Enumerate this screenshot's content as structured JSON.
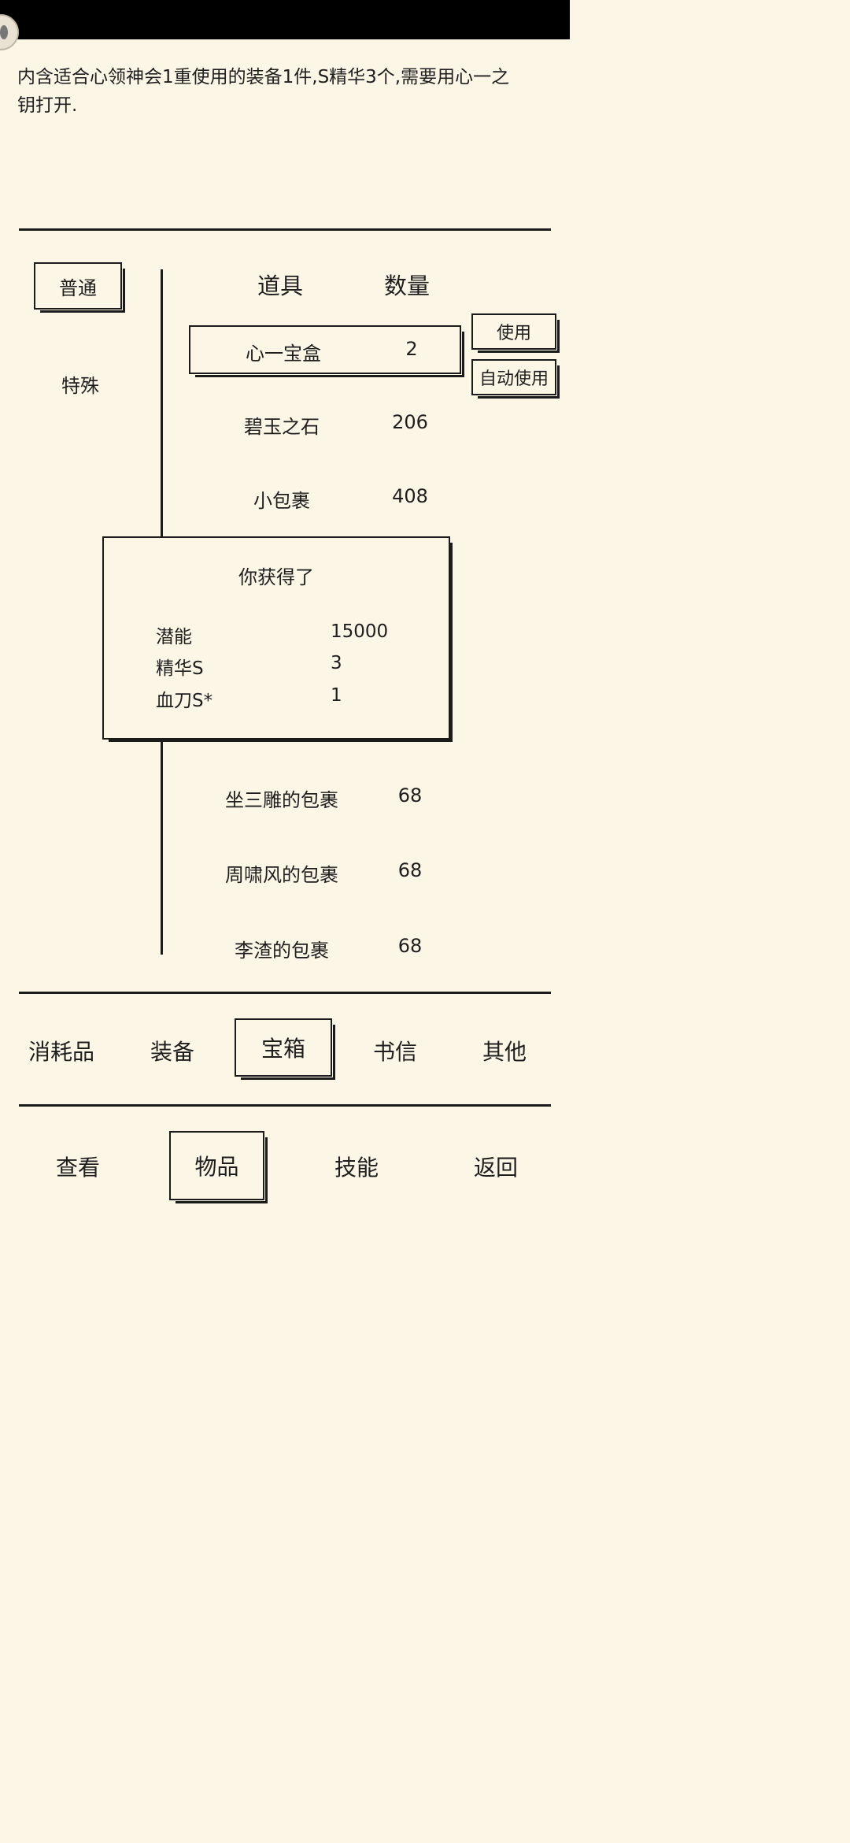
{
  "description": "内含适合心领神会1重使用的装备1件,S精华3个,需要用心一之钥打开.",
  "categories": {
    "normal": "普通",
    "special": "特殊"
  },
  "table_header": {
    "item": "道具",
    "quantity": "数量"
  },
  "items": [
    {
      "name": "心一宝盒",
      "qty": "2"
    },
    {
      "name": "碧玉之石",
      "qty": "206"
    },
    {
      "name": "小包裹",
      "qty": "408"
    },
    {
      "name": "坐三雕的包裹",
      "qty": "68"
    },
    {
      "name": "周啸风的包裹",
      "qty": "68"
    },
    {
      "name": "李渣的包裹",
      "qty": "68"
    }
  ],
  "actions": {
    "use": "使用",
    "auto_use": "自动使用"
  },
  "popup": {
    "title": "你获得了",
    "rewards": [
      {
        "name": "潜能",
        "value": "15000"
      },
      {
        "name": "精华S",
        "value": "3"
      },
      {
        "name": "血刀S*",
        "value": "1"
      }
    ]
  },
  "item_tabs": [
    "消耗品",
    "装备",
    "宝箱",
    "书信",
    "其他"
  ],
  "item_tab_selected": "宝箱",
  "nav": [
    "查看",
    "物品",
    "技能",
    "返回"
  ],
  "nav_selected": "物品"
}
